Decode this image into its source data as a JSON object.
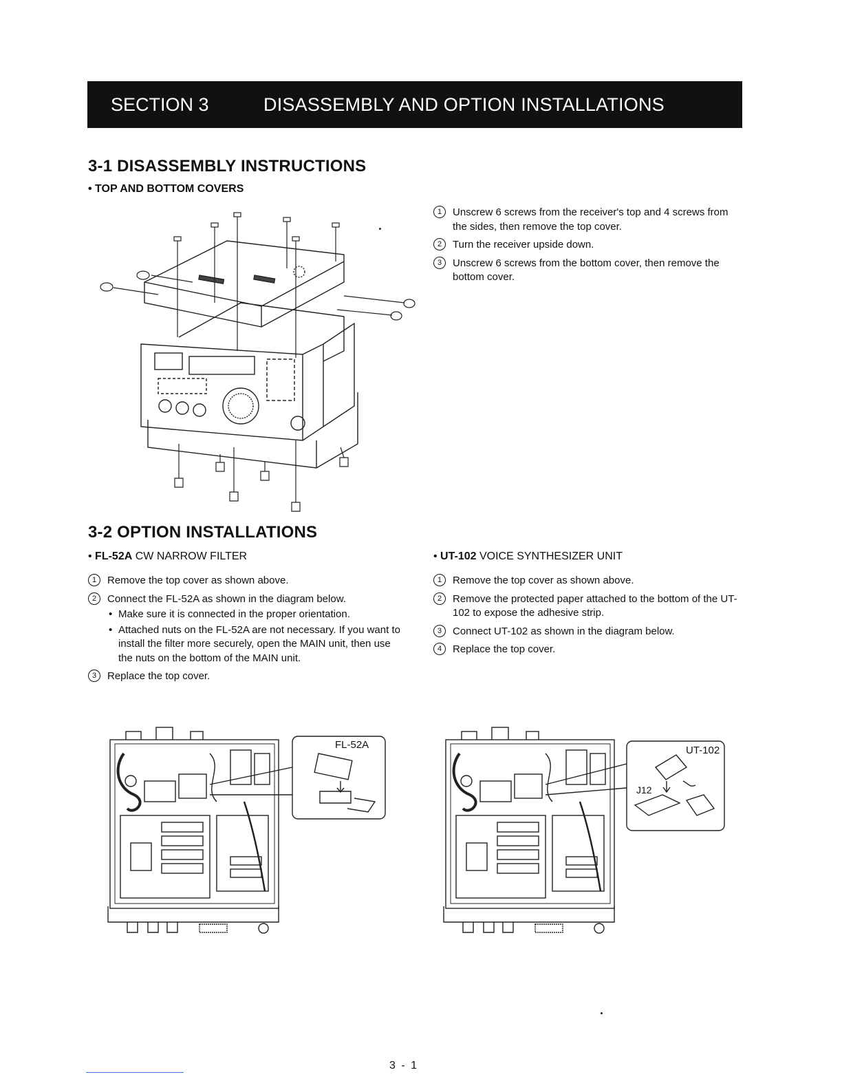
{
  "section": {
    "number": "SECTION 3",
    "title": "DISASSEMBLY AND OPTION INSTALLATIONS"
  },
  "disassembly": {
    "heading": "3-1 DISASSEMBLY INSTRUCTIONS",
    "subheading": "• TOP AND BOTTOM COVERS",
    "steps": [
      {
        "marker": "1",
        "text": "Unscrew 6 screws from the receiver's top and 4 screws from the sides, then remove the top cover."
      },
      {
        "marker": "2",
        "text": "Turn the receiver upside down."
      },
      {
        "marker": "3",
        "text": "Unscrew 6 screws from the bottom cover, then remove the bottom cover."
      }
    ]
  },
  "options": {
    "heading": "3-2 OPTION INSTALLATIONS",
    "fl52a": {
      "model": "FL-52A",
      "desc": "CW NARROW FILTER",
      "steps": [
        {
          "marker": "1",
          "text": "Remove the top cover as shown above."
        },
        {
          "marker": "2",
          "text": "Connect the FL-52A as shown in the diagram below."
        },
        {
          "marker": "3",
          "text": "Replace the top cover."
        }
      ],
      "notes": [
        "Make sure it is connected in the proper orientation.",
        "Attached nuts on the FL-52A are not necessary.  If you want to install the filter more securely, open the MAIN unit, then use the nuts on the bottom of the MAIN unit."
      ],
      "callout_label": "FL-52A"
    },
    "ut102": {
      "model": "UT-102",
      "desc": "VOICE SYNTHESIZER UNIT",
      "steps": [
        {
          "marker": "1",
          "text": "Remove the top cover as shown above."
        },
        {
          "marker": "2",
          "text": "Remove the protected paper attached to the bottom of the UT-102 to expose the adhesive strip."
        },
        {
          "marker": "3",
          "text": "Connect UT-102 as shown in the diagram below."
        },
        {
          "marker": "4",
          "text": "Replace the top cover."
        }
      ],
      "callout_label": "UT-102",
      "connector_label": "J12"
    }
  },
  "page_number": "3 - 1"
}
